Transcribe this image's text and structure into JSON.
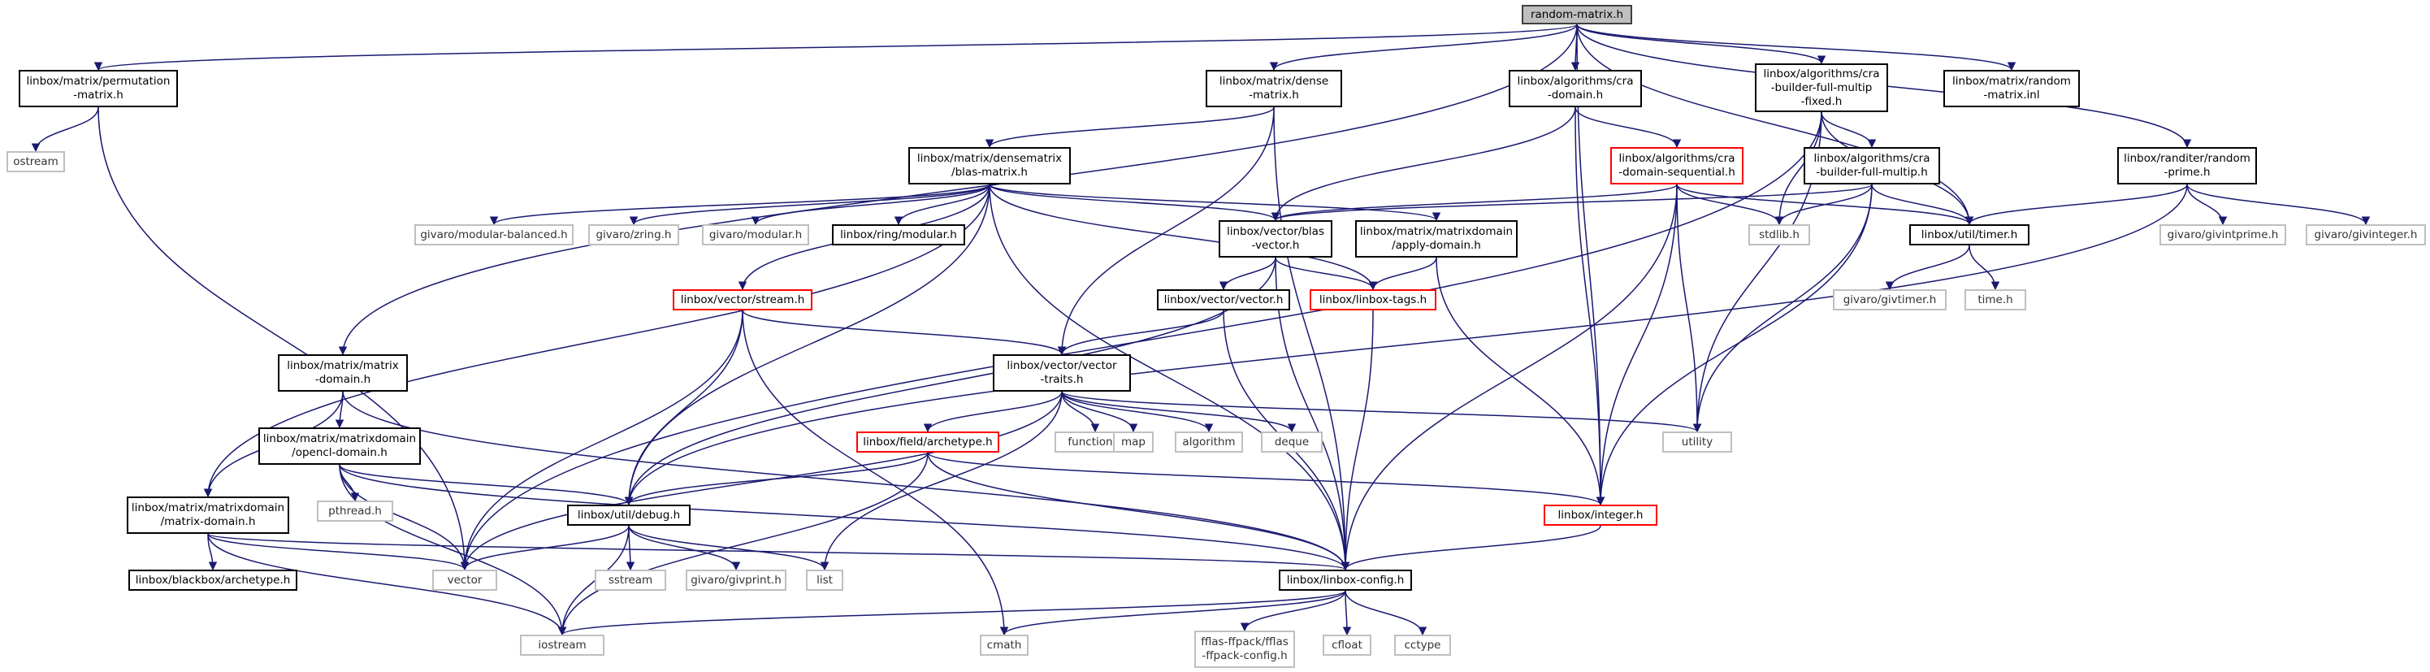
{
  "colors": {
    "edge": "#191970",
    "internal_border": "#000000",
    "external_border": "#bfbfbf",
    "incomplete_border": "#ff0000",
    "root_fill": "#bfbfbf"
  },
  "nodes": [
    {
      "id": "n1",
      "label": "random-matrix.h",
      "kind": "root"
    },
    {
      "id": "n2",
      "label": "linbox/matrix/permutation\n-matrix.h",
      "kind": "int"
    },
    {
      "id": "n3",
      "label": "linbox/matrix/dense\n-matrix.h",
      "kind": "int"
    },
    {
      "id": "n4",
      "label": "linbox/algorithms/cra\n-domain.h",
      "kind": "int"
    },
    {
      "id": "n5",
      "label": "linbox/algorithms/cra\n-builder-full-multip\n-fixed.h",
      "kind": "int"
    },
    {
      "id": "n6",
      "label": "linbox/matrix/random\n-matrix.inl",
      "kind": "int"
    },
    {
      "id": "n7",
      "label": "ostream",
      "kind": "ext"
    },
    {
      "id": "n8",
      "label": "linbox/matrix/densematrix\n/blas-matrix.h",
      "kind": "int"
    },
    {
      "id": "n9",
      "label": "linbox/algorithms/cra\n-domain-sequential.h",
      "kind": "red"
    },
    {
      "id": "n10",
      "label": "linbox/algorithms/cra\n-builder-full-multip.h",
      "kind": "int"
    },
    {
      "id": "n11",
      "label": "linbox/randiter/random\n-prime.h",
      "kind": "int"
    },
    {
      "id": "n12",
      "label": "givaro/modular-balanced.h",
      "kind": "ext"
    },
    {
      "id": "n13",
      "label": "givaro/zring.h",
      "kind": "ext"
    },
    {
      "id": "n14",
      "label": "givaro/modular.h",
      "kind": "ext"
    },
    {
      "id": "n15",
      "label": "linbox/ring/modular.h",
      "kind": "int"
    },
    {
      "id": "n16",
      "label": "linbox/vector/blas\n-vector.h",
      "kind": "int"
    },
    {
      "id": "n17",
      "label": "linbox/matrix/matrixdomain\n/apply-domain.h",
      "kind": "int"
    },
    {
      "id": "n18",
      "label": "stdlib.h",
      "kind": "ext"
    },
    {
      "id": "n19",
      "label": "linbox/util/timer.h",
      "kind": "int"
    },
    {
      "id": "n20",
      "label": "givaro/givintprime.h",
      "kind": "ext"
    },
    {
      "id": "n21",
      "label": "givaro/givinteger.h",
      "kind": "ext"
    },
    {
      "id": "n22",
      "label": "linbox/vector/stream.h",
      "kind": "red"
    },
    {
      "id": "n23",
      "label": "linbox/vector/vector.h",
      "kind": "int"
    },
    {
      "id": "n24",
      "label": "linbox/linbox-tags.h",
      "kind": "red"
    },
    {
      "id": "n25",
      "label": "givaro/givtimer.h",
      "kind": "ext"
    },
    {
      "id": "n26",
      "label": "time.h",
      "kind": "ext"
    },
    {
      "id": "n27",
      "label": "linbox/matrix/matrix\n-domain.h",
      "kind": "int"
    },
    {
      "id": "n28",
      "label": "linbox/vector/vector\n-traits.h",
      "kind": "int"
    },
    {
      "id": "n29",
      "label": "linbox/matrix/matrixdomain\n/opencl-domain.h",
      "kind": "int"
    },
    {
      "id": "n30",
      "label": "linbox/field/archetype.h",
      "kind": "red"
    },
    {
      "id": "n31",
      "label": "functional",
      "kind": "ext"
    },
    {
      "id": "n32",
      "label": "map",
      "kind": "ext"
    },
    {
      "id": "n33",
      "label": "algorithm",
      "kind": "ext"
    },
    {
      "id": "n34",
      "label": "deque",
      "kind": "ext"
    },
    {
      "id": "n35",
      "label": "utility",
      "kind": "ext"
    },
    {
      "id": "n36",
      "label": "pthread.h",
      "kind": "ext"
    },
    {
      "id": "n37",
      "label": "linbox/matrix/matrixdomain\n/matrix-domain.h",
      "kind": "int"
    },
    {
      "id": "n38",
      "label": "linbox/util/debug.h",
      "kind": "int"
    },
    {
      "id": "n39",
      "label": "linbox/integer.h",
      "kind": "red"
    },
    {
      "id": "n40",
      "label": "linbox/blackbox/archetype.h",
      "kind": "int"
    },
    {
      "id": "n41",
      "label": "vector",
      "kind": "ext"
    },
    {
      "id": "n42",
      "label": "sstream",
      "kind": "ext"
    },
    {
      "id": "n43",
      "label": "givaro/givprint.h",
      "kind": "ext"
    },
    {
      "id": "n44",
      "label": "list",
      "kind": "ext"
    },
    {
      "id": "n45",
      "label": "linbox/linbox-config.h",
      "kind": "int"
    },
    {
      "id": "n46",
      "label": "iostream",
      "kind": "ext"
    },
    {
      "id": "n47",
      "label": "cmath",
      "kind": "ext"
    },
    {
      "id": "n48",
      "label": "fflas-ffpack/fflas\n-ffpack-config.h",
      "kind": "ext"
    },
    {
      "id": "n49",
      "label": "cfloat",
      "kind": "ext"
    },
    {
      "id": "n50",
      "label": "cctype",
      "kind": "ext"
    }
  ],
  "edges": [
    [
      "n1",
      "n2"
    ],
    [
      "n1",
      "n3"
    ],
    [
      "n1",
      "n4"
    ],
    [
      "n1",
      "n5"
    ],
    [
      "n1",
      "n6"
    ],
    [
      "n1",
      "n11"
    ],
    [
      "n1",
      "n27"
    ],
    [
      "n1",
      "n19"
    ],
    [
      "n1",
      "n39"
    ],
    [
      "n2",
      "n7"
    ],
    [
      "n2",
      "n41"
    ],
    [
      "n3",
      "n8"
    ],
    [
      "n3",
      "n28"
    ],
    [
      "n3",
      "n45"
    ],
    [
      "n4",
      "n9"
    ],
    [
      "n4",
      "n16"
    ],
    [
      "n4",
      "n39"
    ],
    [
      "n5",
      "n10"
    ],
    [
      "n5",
      "n18"
    ],
    [
      "n5",
      "n19"
    ],
    [
      "n5",
      "n41"
    ],
    [
      "n5",
      "n35"
    ],
    [
      "n8",
      "n12"
    ],
    [
      "n8",
      "n13"
    ],
    [
      "n8",
      "n14"
    ],
    [
      "n8",
      "n15"
    ],
    [
      "n8",
      "n16"
    ],
    [
      "n8",
      "n17"
    ],
    [
      "n8",
      "n22"
    ],
    [
      "n8",
      "n24"
    ],
    [
      "n8",
      "n37"
    ],
    [
      "n8",
      "n38"
    ],
    [
      "n8",
      "n45"
    ],
    [
      "n9",
      "n16"
    ],
    [
      "n9",
      "n18"
    ],
    [
      "n9",
      "n19"
    ],
    [
      "n9",
      "n35"
    ],
    [
      "n9",
      "n39"
    ],
    [
      "n9",
      "n45"
    ],
    [
      "n10",
      "n18"
    ],
    [
      "n10",
      "n19"
    ],
    [
      "n10",
      "n35"
    ],
    [
      "n10",
      "n39"
    ],
    [
      "n10",
      "n16"
    ],
    [
      "n11",
      "n19"
    ],
    [
      "n11",
      "n20"
    ],
    [
      "n11",
      "n21"
    ],
    [
      "n11",
      "n38"
    ],
    [
      "n16",
      "n23"
    ],
    [
      "n16",
      "n24"
    ],
    [
      "n16",
      "n38"
    ],
    [
      "n16",
      "n45"
    ],
    [
      "n17",
      "n24"
    ],
    [
      "n17",
      "n39"
    ],
    [
      "n19",
      "n25"
    ],
    [
      "n19",
      "n26"
    ],
    [
      "n22",
      "n28"
    ],
    [
      "n22",
      "n38"
    ],
    [
      "n22",
      "n41"
    ],
    [
      "n22",
      "n47"
    ],
    [
      "n23",
      "n28"
    ],
    [
      "n23",
      "n45"
    ],
    [
      "n24",
      "n45"
    ],
    [
      "n27",
      "n29"
    ],
    [
      "n27",
      "n37"
    ],
    [
      "n27",
      "n45"
    ],
    [
      "n28",
      "n30"
    ],
    [
      "n28",
      "n31"
    ],
    [
      "n28",
      "n32"
    ],
    [
      "n28",
      "n33"
    ],
    [
      "n28",
      "n34"
    ],
    [
      "n28",
      "n35"
    ],
    [
      "n28",
      "n41"
    ],
    [
      "n28",
      "n44"
    ],
    [
      "n29",
      "n36"
    ],
    [
      "n29",
      "n38"
    ],
    [
      "n29",
      "n41"
    ],
    [
      "n29",
      "n45"
    ],
    [
      "n29",
      "n46"
    ],
    [
      "n30",
      "n38"
    ],
    [
      "n30",
      "n39"
    ],
    [
      "n30",
      "n45"
    ],
    [
      "n30",
      "n46"
    ],
    [
      "n37",
      "n40"
    ],
    [
      "n37",
      "n41"
    ],
    [
      "n37",
      "n45"
    ],
    [
      "n37",
      "n46"
    ],
    [
      "n38",
      "n41"
    ],
    [
      "n38",
      "n42"
    ],
    [
      "n38",
      "n43"
    ],
    [
      "n38",
      "n44"
    ],
    [
      "n38",
      "n46"
    ],
    [
      "n39",
      "n45"
    ],
    [
      "n45",
      "n46"
    ],
    [
      "n45",
      "n47"
    ],
    [
      "n45",
      "n48"
    ],
    [
      "n45",
      "n49"
    ],
    [
      "n45",
      "n50"
    ]
  ]
}
